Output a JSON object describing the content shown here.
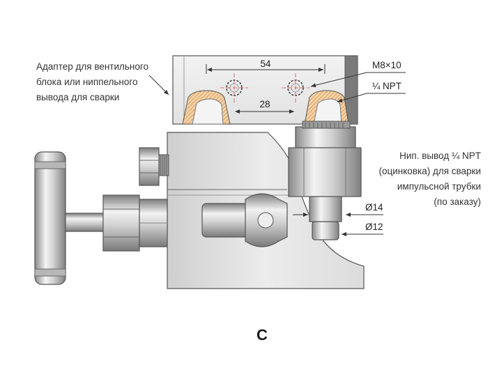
{
  "labels": {
    "adapter": [
      "Адаптер для вентильного",
      "блока или ниппельного",
      "вывода для сварки"
    ],
    "thread": "M8×10",
    "npt": "¼ NPT",
    "nipple": [
      "Нип. вывод ¼ NPT",
      "(оцинковка) для сварки",
      "импульсной трубки",
      "(по заказу)"
    ]
  },
  "dimensions": {
    "spacing_outer": "54",
    "spacing_inner": "28",
    "diameter_outer": "Ø14",
    "diameter_inner": "Ø12"
  },
  "caption": "C",
  "colors": {
    "metal_light": "#e6e6e6",
    "metal_dark": "#8a8a8a",
    "block": "#e8e8e8",
    "adapter_hatch": "#e0a060",
    "line": "#444444"
  }
}
